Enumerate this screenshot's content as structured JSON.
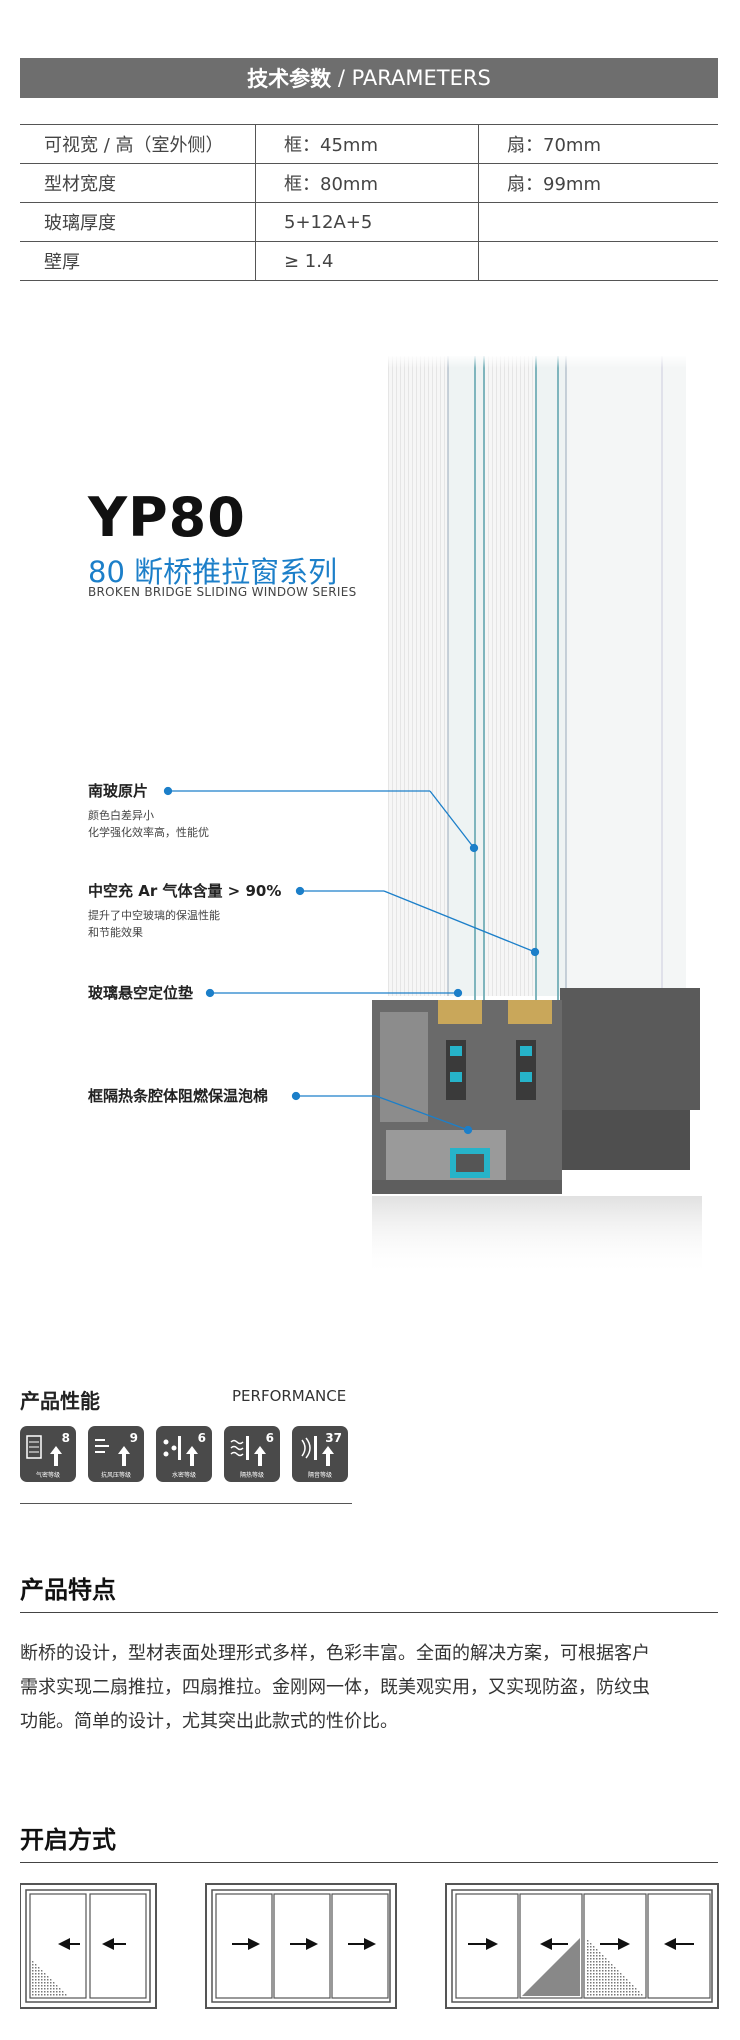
{
  "parameters": {
    "header_cn": "技术参数",
    "header_sep": " / ",
    "header_en": "PARAMETERS",
    "rows": [
      {
        "label": "可视宽 / 高（室外侧）",
        "frame": "框：45mm",
        "sash": "扇：70mm"
      },
      {
        "label": "型材宽度",
        "frame": "框：80mm",
        "sash": "扇：99mm"
      },
      {
        "label": "玻璃厚度",
        "frame": "5+12A+5",
        "sash": ""
      },
      {
        "label": "壁厚",
        "frame": "≥ 1.4",
        "sash": ""
      }
    ]
  },
  "product": {
    "model": "YP80",
    "series_cn": "80 断桥推拉窗系列",
    "series_en": "BROKEN BRIDGE SLIDING WINDOW SERIES"
  },
  "callouts": [
    {
      "title": "南玻原片",
      "desc": [
        "颜色白差异小",
        "化学强化效率高，性能优"
      ]
    },
    {
      "title": "中空充 Ar 气体含量 > 90%",
      "desc": [
        "提升了中空玻璃的保温性能",
        "和节能效果"
      ]
    },
    {
      "title": "玻璃悬空定位垫",
      "desc": []
    },
    {
      "title": "框隔热条腔体阻燃保温泡棉",
      "desc": []
    }
  ],
  "performance": {
    "title_cn": "产品性能",
    "title_en": "PERFORMANCE",
    "badges": [
      {
        "icon": "air-tightness-icon",
        "value": "8",
        "caption": "气密等级"
      },
      {
        "icon": "wind-pressure-icon",
        "value": "9",
        "caption": "抗风压等级"
      },
      {
        "icon": "water-tightness-icon",
        "value": "6",
        "caption": "水密等级"
      },
      {
        "icon": "heat-insulation-icon",
        "value": "6",
        "caption": "隔热等级"
      },
      {
        "icon": "sound-insulation-icon",
        "value": "37",
        "caption": "隔音等级"
      }
    ]
  },
  "features": {
    "title": "产品特点",
    "lines": [
      "断桥的设计，型材表面处理形式多样，色彩丰富。全面的解决方案，可根据客户",
      "需求实现二扇推拉，四扇推拉。金刚网一体，既美观实用，又实现防盗，防纹虫",
      "功能。简单的设计，尤其突出此款式的性价比。"
    ]
  },
  "opening": {
    "title": "开启方式"
  },
  "colors": {
    "accent_blue": "#1c7fc9",
    "header_gray": "#6e6e6e",
    "profile_gray": "#5a5a5a"
  }
}
